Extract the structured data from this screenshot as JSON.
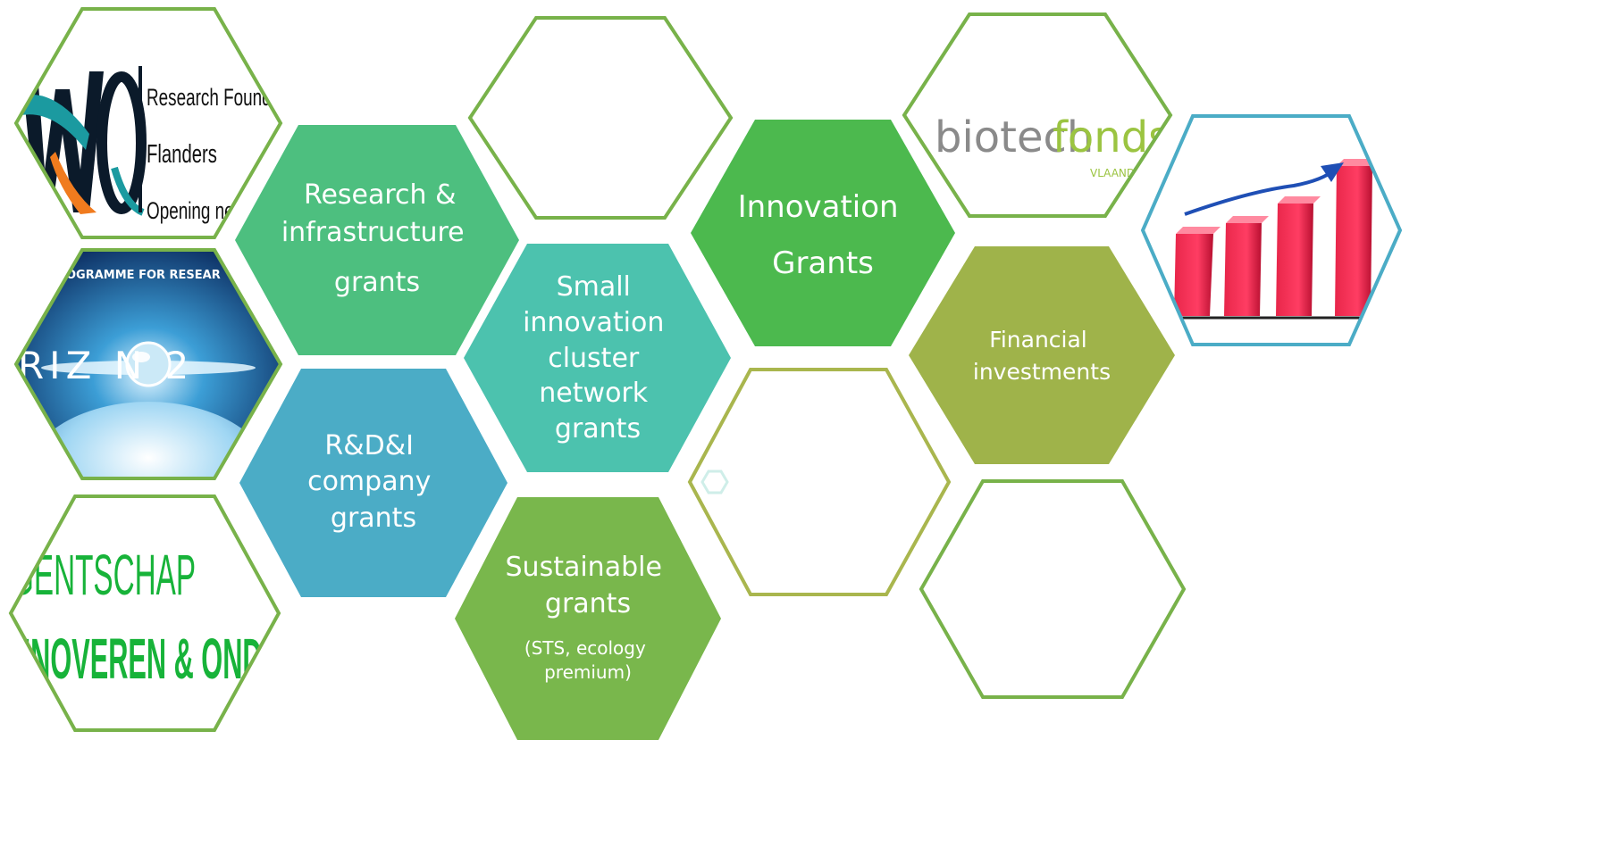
{
  "colors": {
    "research": "#4DBF7F",
    "rdi": "#4BACC6",
    "small_cluster": "#4CC2AE",
    "sustainable": "#79B74C",
    "innovation": "#4CB94E",
    "financial": "#9FB34A",
    "outline_green": "#78B24A",
    "outline_olive": "#A9B64E",
    "outline_blue": "#4BACC6"
  },
  "hexagons": {
    "research": {
      "lines": [
        "Research &",
        "infrastructure",
        "grants"
      ]
    },
    "rdi": {
      "lines": [
        "R&D&I",
        "company",
        "grants"
      ]
    },
    "small_cluster": {
      "lines": [
        "Small",
        "innovation",
        "cluster",
        "network",
        "grants"
      ]
    },
    "sustainable": {
      "lines": [
        "Sustainable",
        "grants"
      ],
      "sub_lines": [
        "(STS, ecology",
        "premium)"
      ]
    },
    "innovation": {
      "lines": [
        "Innovation",
        "Grants"
      ]
    },
    "financial": {
      "lines": [
        "Financial",
        "investments"
      ]
    }
  },
  "logos": {
    "fwo": {
      "lines": [
        "Research Foundatio",
        "Flanders",
        "Opening new ho"
      ],
      "icon": "fwo-logo-icon"
    },
    "horizon": {
      "top_text": "OGRAMME FOR RESEAR",
      "word": "RIZ  N  2",
      "icon": "horizon-2020-globe-icon"
    },
    "agentschap": {
      "lines": [
        "GENTSCHAP",
        "NNOVEREN & ONDERNEMEN"
      ],
      "icon": "agentschap-logo-icon"
    },
    "biotech": {
      "word_a": "biotech",
      "word_b": "fonds",
      "sub": "VLAANDEREN",
      "icon": "biotechfonds-logo-icon"
    },
    "growth": {
      "icon": "growth-bar-chart-icon"
    }
  }
}
